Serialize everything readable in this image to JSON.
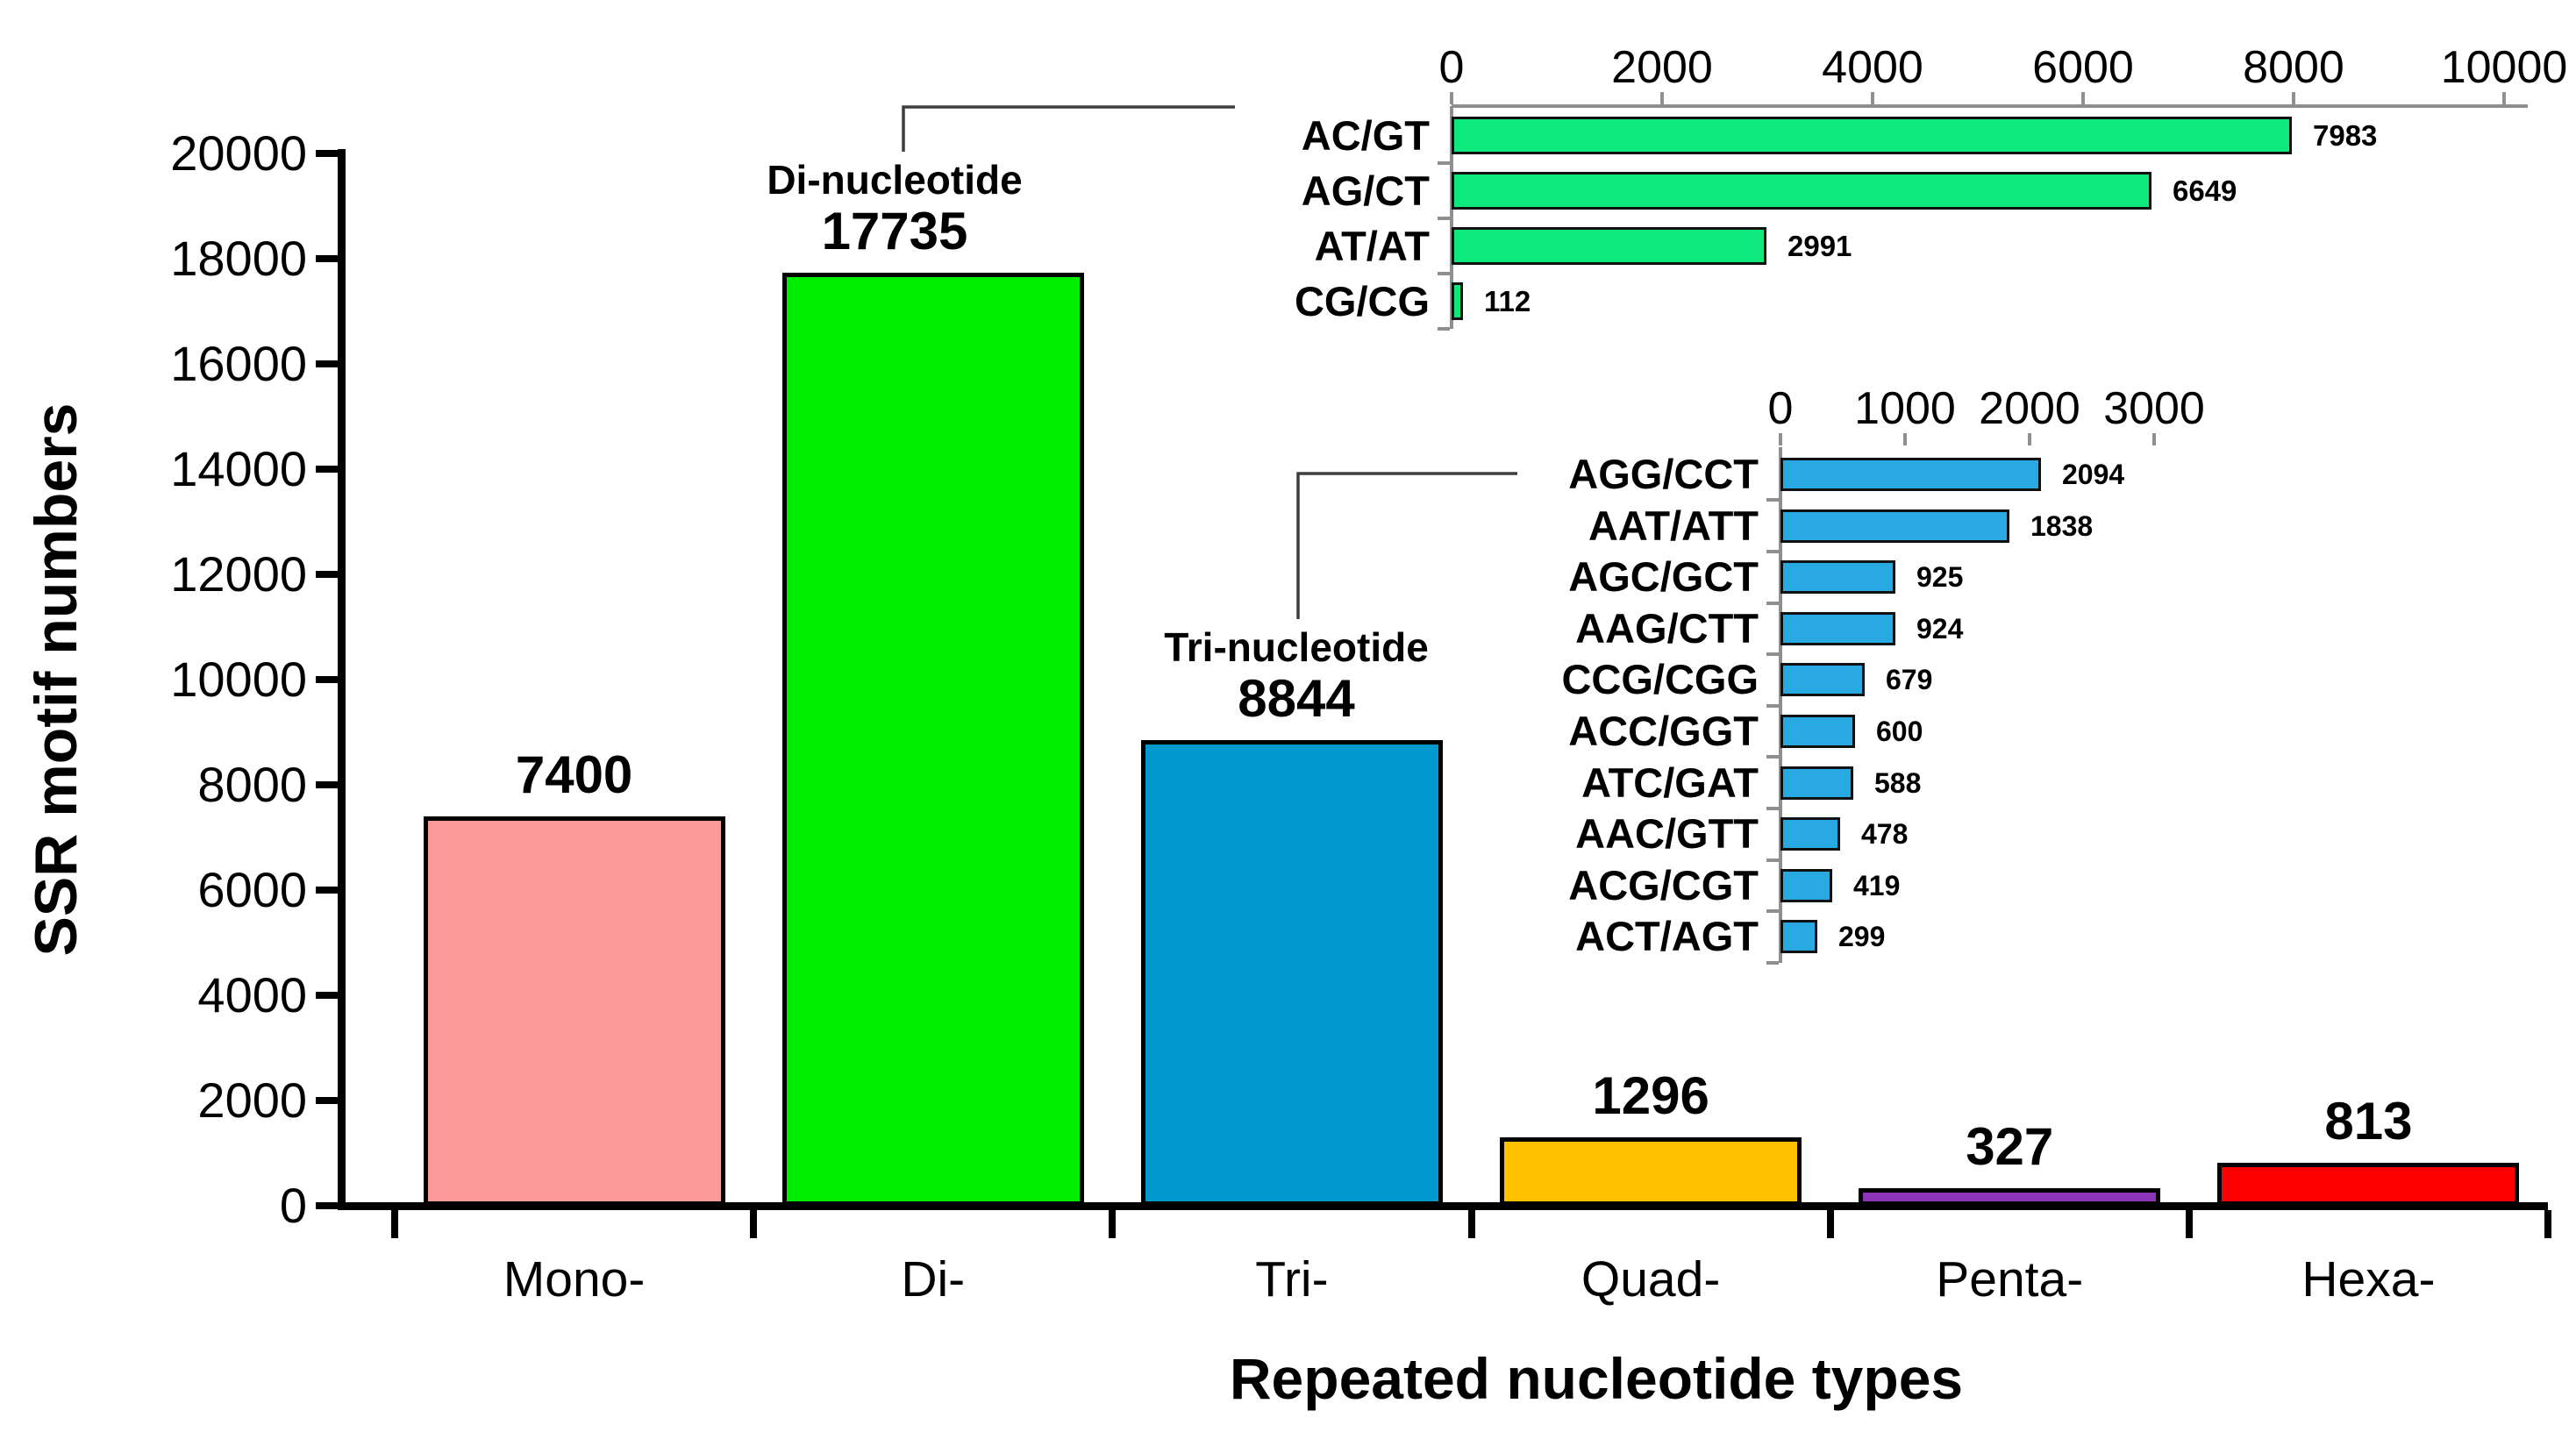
{
  "background": "#FFFFFF",
  "ink_color": "#000000",
  "chart_data": [
    {
      "id": "main",
      "type": "bar",
      "xlabel": "Repeated nucleotide types",
      "ylabel": "SSR motif numbers",
      "ylim": [
        0,
        20000
      ],
      "yticks": [
        0,
        2000,
        4000,
        6000,
        8000,
        10000,
        12000,
        14000,
        16000,
        18000,
        20000
      ],
      "grid": false,
      "legend": false,
      "categories": [
        "Mono-",
        "Di-",
        "Tri-",
        "Quad-",
        "Penta-",
        "Hexa-"
      ],
      "values": [
        7400,
        17735,
        8844,
        1296,
        327,
        813
      ],
      "bar_value_labels": [
        "7400",
        "17735",
        "8844",
        "1296",
        "327",
        "813"
      ],
      "bar_colors": [
        "#FC9A9A",
        "#00EC00",
        "#0099CE",
        "#FFC000",
        "#8C35B8",
        "#FF0000"
      ],
      "annotations": [
        {
          "category_index": 1,
          "text": "Di-nucleotide"
        },
        {
          "category_index": 2,
          "text": "Tri-nucleotide"
        }
      ]
    },
    {
      "id": "di_inset",
      "type": "horizontal-bar",
      "links_to_category": "Di-",
      "categories": [
        "AC/GT",
        "AG/CT",
        "AT/AT",
        "CG/CG"
      ],
      "values": [
        7983,
        6649,
        2991,
        112
      ],
      "value_labels": [
        "7983",
        "6649",
        "2991",
        "112"
      ],
      "xlim": [
        0,
        10000
      ],
      "xticks": [
        0,
        2000,
        4000,
        6000,
        8000,
        10000
      ],
      "bar_color": "#0DE97D",
      "axis_color": "#8F8F8F"
    },
    {
      "id": "tri_inset",
      "type": "horizontal-bar",
      "links_to_category": "Tri-",
      "categories": [
        "AGG/CCT",
        "AAT/ATT",
        "AGC/GCT",
        "AAG/CTT",
        "CCG/CGG",
        "ACC/GGT",
        "ATC/GAT",
        "AAC/GTT",
        "ACG/CGT",
        "ACT/AGT"
      ],
      "values": [
        2094,
        1838,
        925,
        924,
        679,
        600,
        588,
        478,
        419,
        299
      ],
      "value_labels": [
        "2094",
        "1838",
        "925",
        "924",
        "679",
        "600",
        "588",
        "478",
        "419",
        "299"
      ],
      "xlim": [
        0,
        3000
      ],
      "xticks": [
        0,
        1000,
        2000,
        3000
      ],
      "bar_color": "#29A9E1",
      "axis_color": "#8F8F8F"
    }
  ]
}
